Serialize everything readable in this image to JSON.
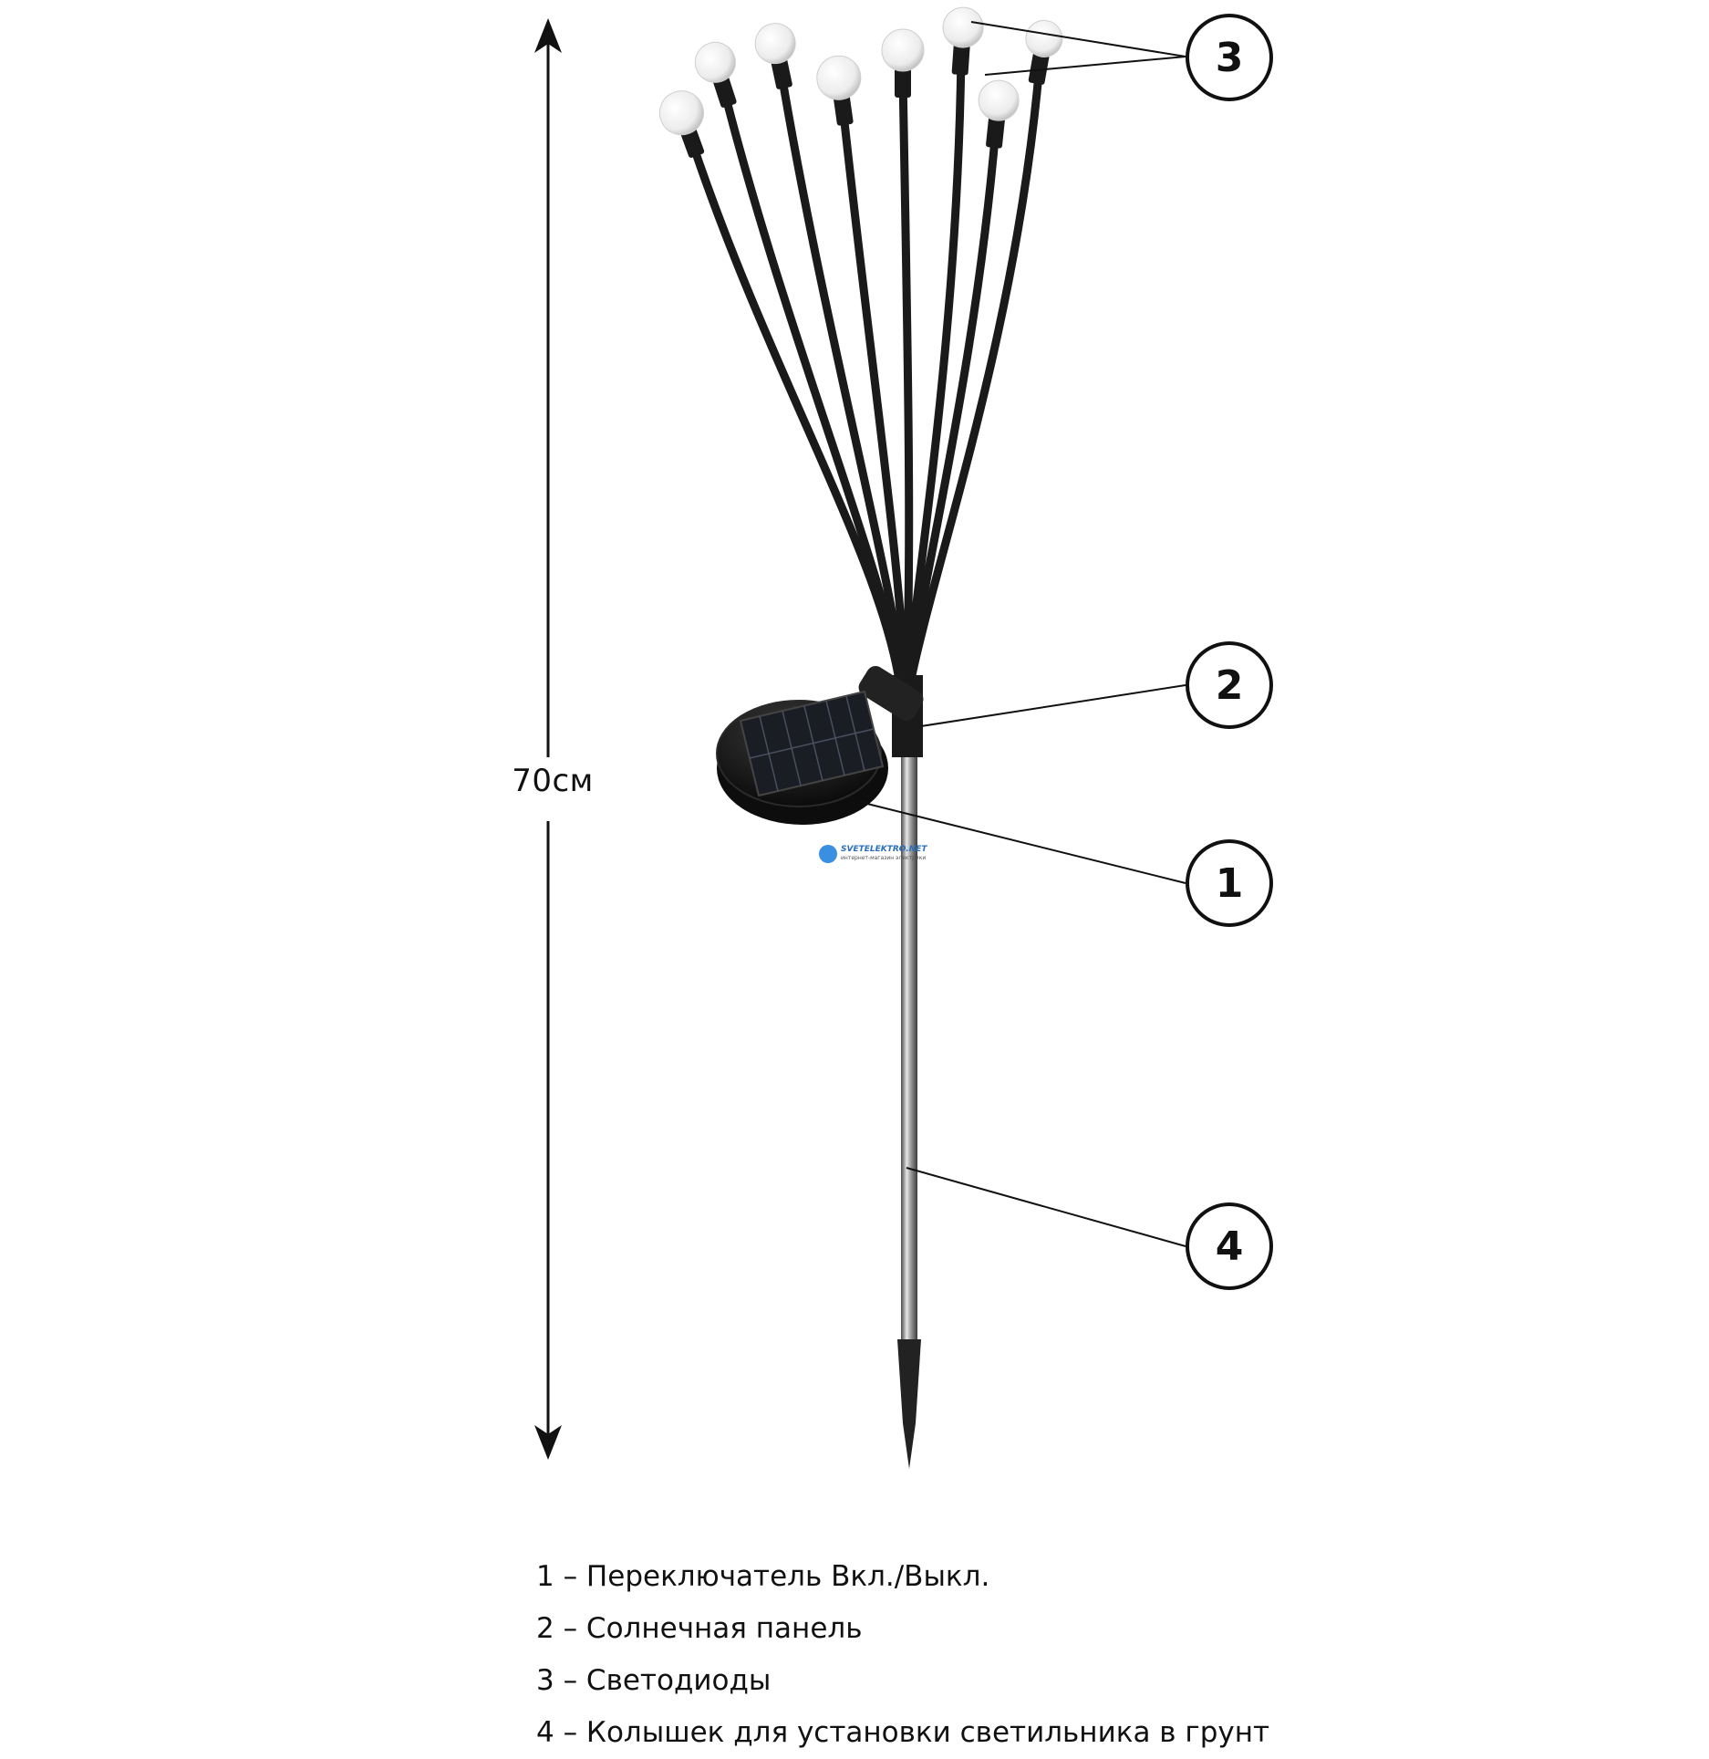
{
  "height_label": "70см",
  "callouts": [
    {
      "number": "1"
    },
    {
      "number": "2"
    },
    {
      "number": "3"
    },
    {
      "number": "4"
    }
  ],
  "legend": [
    "1 – Переключатель Вкл./Выкл.",
    "2 – Солнечная панель",
    "3 – Светодиоды",
    "4 – Колышек для установки светильника в грунт"
  ],
  "watermark": {
    "brand": "SVETELEKTRO.NET",
    "sub": "интернет-магазин электрики"
  },
  "colors": {
    "ink": "#111111",
    "background": "#ffffff",
    "led": "#f2f2f2",
    "stem": "#1a1a1a"
  },
  "icons": [
    "solar-panel-icon",
    "led-bulb-icon",
    "ground-stake-icon"
  ]
}
